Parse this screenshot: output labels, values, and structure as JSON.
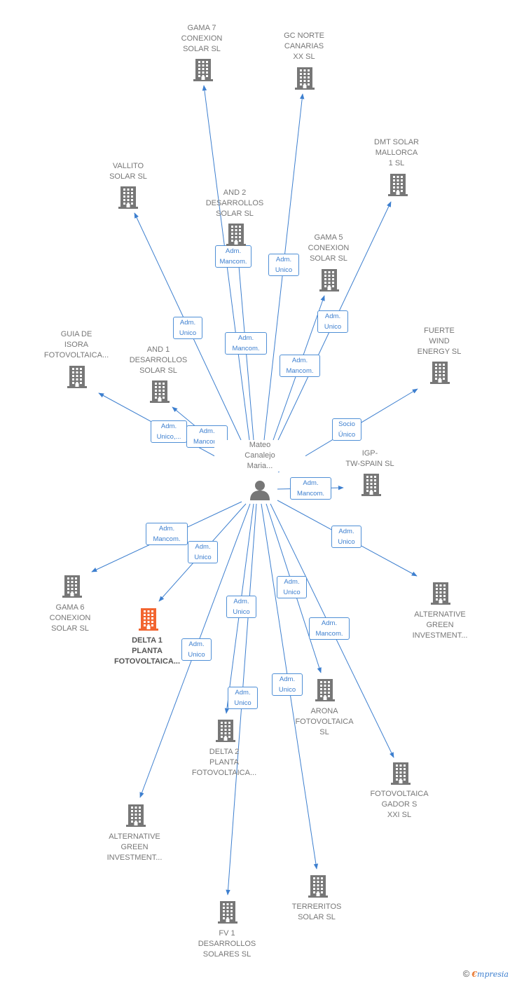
{
  "colors": {
    "edge": "#3d7fcf",
    "node": "#777777",
    "highlight": "#f26530"
  },
  "person": {
    "label": "Mateo\nCanalejo\nMaria...",
    "icon": "person-icon"
  },
  "nodes": [
    {
      "id": "gama7",
      "label": "GAMA 7\nCONEXION\nSOLAR  SL",
      "icon": "building-icon"
    },
    {
      "id": "gcnorte",
      "label": "GC NORTE\nCANARIAS\nXX  SL",
      "icon": "building-icon"
    },
    {
      "id": "dmt",
      "label": "DMT SOLAR\nMALLORCA\n1  SL",
      "icon": "building-icon"
    },
    {
      "id": "vallito",
      "label": "VALLITO\nSOLAR  SL",
      "icon": "building-icon"
    },
    {
      "id": "and2",
      "label": "AND 2\nDESARROLLOS\nSOLAR  SL",
      "icon": "building-icon"
    },
    {
      "id": "gama5",
      "label": "GAMA 5\nCONEXION\nSOLAR  SL",
      "icon": "building-icon"
    },
    {
      "id": "guia",
      "label": "GUIA DE\nISORA\nFOTOVOLTAICA...",
      "icon": "building-icon"
    },
    {
      "id": "and1",
      "label": "AND 1\nDESARROLLOS\nSOLAR  SL",
      "icon": "building-icon"
    },
    {
      "id": "fuerte",
      "label": "FUERTE\nWIND\nENERGY  SL",
      "icon": "building-icon"
    },
    {
      "id": "igp",
      "label": "IGP-\nTW-SPAIN  SL",
      "icon": "building-icon"
    },
    {
      "id": "gama6",
      "label": "GAMA 6\nCONEXION\nSOLAR  SL",
      "icon": "building-icon"
    },
    {
      "id": "delta1",
      "label": "DELTA 1\nPLANTA\nFOTOVOLTAICA...",
      "icon": "building-icon",
      "highlight": true
    },
    {
      "id": "altgreen1",
      "label": "ALTERNATIVE\nGREEN\nINVESTMENT...",
      "icon": "building-icon"
    },
    {
      "id": "arona",
      "label": "ARONA\nFOTOVOLTAICA\nSL",
      "icon": "building-icon"
    },
    {
      "id": "delta2",
      "label": "DELTA 2\nPLANTA\nFOTOVOLTAICA...",
      "icon": "building-icon"
    },
    {
      "id": "gador",
      "label": "FOTOVOLTAICA\nGADOR S\nXXI  SL",
      "icon": "building-icon"
    },
    {
      "id": "altgreen2",
      "label": "ALTERNATIVE\nGREEN\nINVESTMENT...",
      "icon": "building-icon"
    },
    {
      "id": "terreritos",
      "label": "TERRERITOS\nSOLAR  SL",
      "icon": "building-icon"
    },
    {
      "id": "fv1",
      "label": "FV 1\nDESARROLLOS\nSOLARES  SL",
      "icon": "building-icon"
    }
  ],
  "edges": [
    {
      "to": "gama7",
      "label": "Adm.\nMancom."
    },
    {
      "to": "gcnorte",
      "label": "Adm.\nUnico"
    },
    {
      "to": "dmt",
      "label": "Adm.\nUnico"
    },
    {
      "to": "vallito",
      "label": "Adm.\nUnico"
    },
    {
      "to": "and2",
      "label": "Adm.\nMancom."
    },
    {
      "to": "gama5",
      "label": "Adm.\nMancom."
    },
    {
      "to": "guia",
      "label": "Adm.\nUnico,..."
    },
    {
      "to": "and1",
      "label": "Adm.\nMancom."
    },
    {
      "to": "fuerte",
      "label": "Socio\nÚnico"
    },
    {
      "to": "igp",
      "label": "Adm.\nMancom."
    },
    {
      "to": "altgreen1",
      "label": "Adm.\nUnico"
    },
    {
      "to": "gama6",
      "label": "Adm.\nMancom."
    },
    {
      "to": "delta1",
      "label": "Adm.\nUnico"
    },
    {
      "to": "arona",
      "label": "Adm.\nUnico"
    },
    {
      "to": "gador",
      "label": "Adm.\nMancom."
    },
    {
      "to": "delta2",
      "label": "Adm.\nUnico"
    },
    {
      "to": "altgreen2",
      "label": "Adm.\nUnico"
    },
    {
      "to": "fv1",
      "label": "Adm.\nUnico"
    },
    {
      "to": "terreritos",
      "label": "Adm.\nUnico"
    }
  ],
  "footer": {
    "copyright": "©",
    "brand_first": "€",
    "brand_rest": "mpresia"
  }
}
